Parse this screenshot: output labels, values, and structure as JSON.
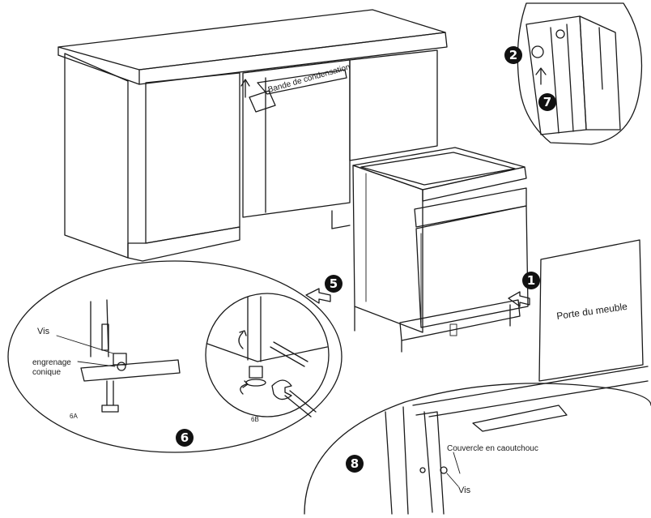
{
  "labels": {
    "condensation": "Bande de condensation",
    "furniture_door": "Porte du meuble",
    "screw": "Vis",
    "bevel_gear_line1": "engrenage",
    "bevel_gear_line2": "conique",
    "fig_6a": "6A",
    "fig_6b": "6B",
    "rubber_cover": "Couvercle en caoutchouc",
    "screw_bottom": "Vis"
  },
  "steps": {
    "s1": "1",
    "s2": "2",
    "s5": "5",
    "s6": "6",
    "s7": "7",
    "s8": "8"
  },
  "colors": {
    "ink": "#1a1a1a",
    "badge": "#111111",
    "background": "#ffffff"
  },
  "icons": [
    "arrow-left-icon",
    "arrow-up-icon",
    "wrench-icon",
    "rotate-arrow-icon"
  ]
}
